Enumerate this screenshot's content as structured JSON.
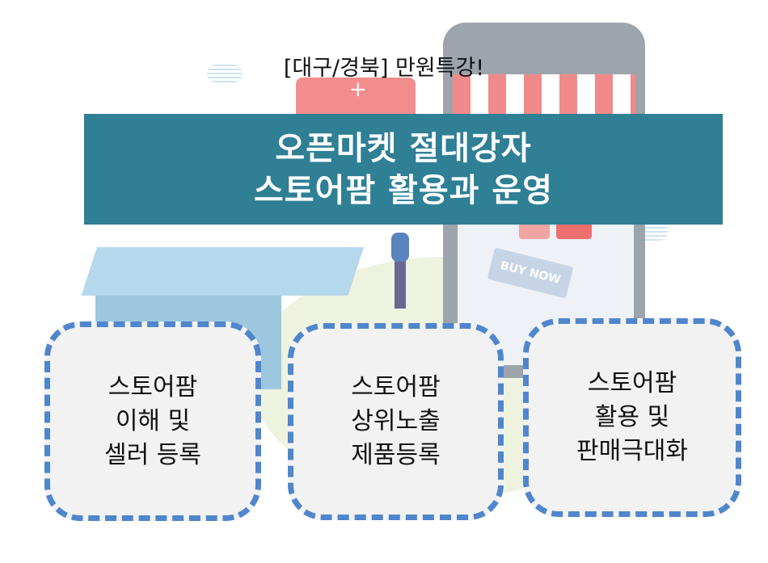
{
  "header": {
    "subtitle": "[대구/경북] 만원특강!",
    "title_line1": "오픈마켓 절대강자",
    "title_line2": "스토어팜 활용과 운영"
  },
  "illustration": {
    "buy_now_label": "BUY NOW",
    "plus_symbol": "+"
  },
  "cards": [
    {
      "lines": [
        "스토어팜",
        "이해 및",
        "셀러 등록"
      ]
    },
    {
      "lines": [
        "스토어팜",
        "상위노출",
        "제품등록"
      ]
    },
    {
      "lines": [
        "스토어팜",
        "활용 및",
        "판매극대화"
      ]
    }
  ],
  "colors": {
    "banner": "#2f7f95",
    "card_border": "#4f86cc",
    "card_fill": "#f2f2f2"
  }
}
